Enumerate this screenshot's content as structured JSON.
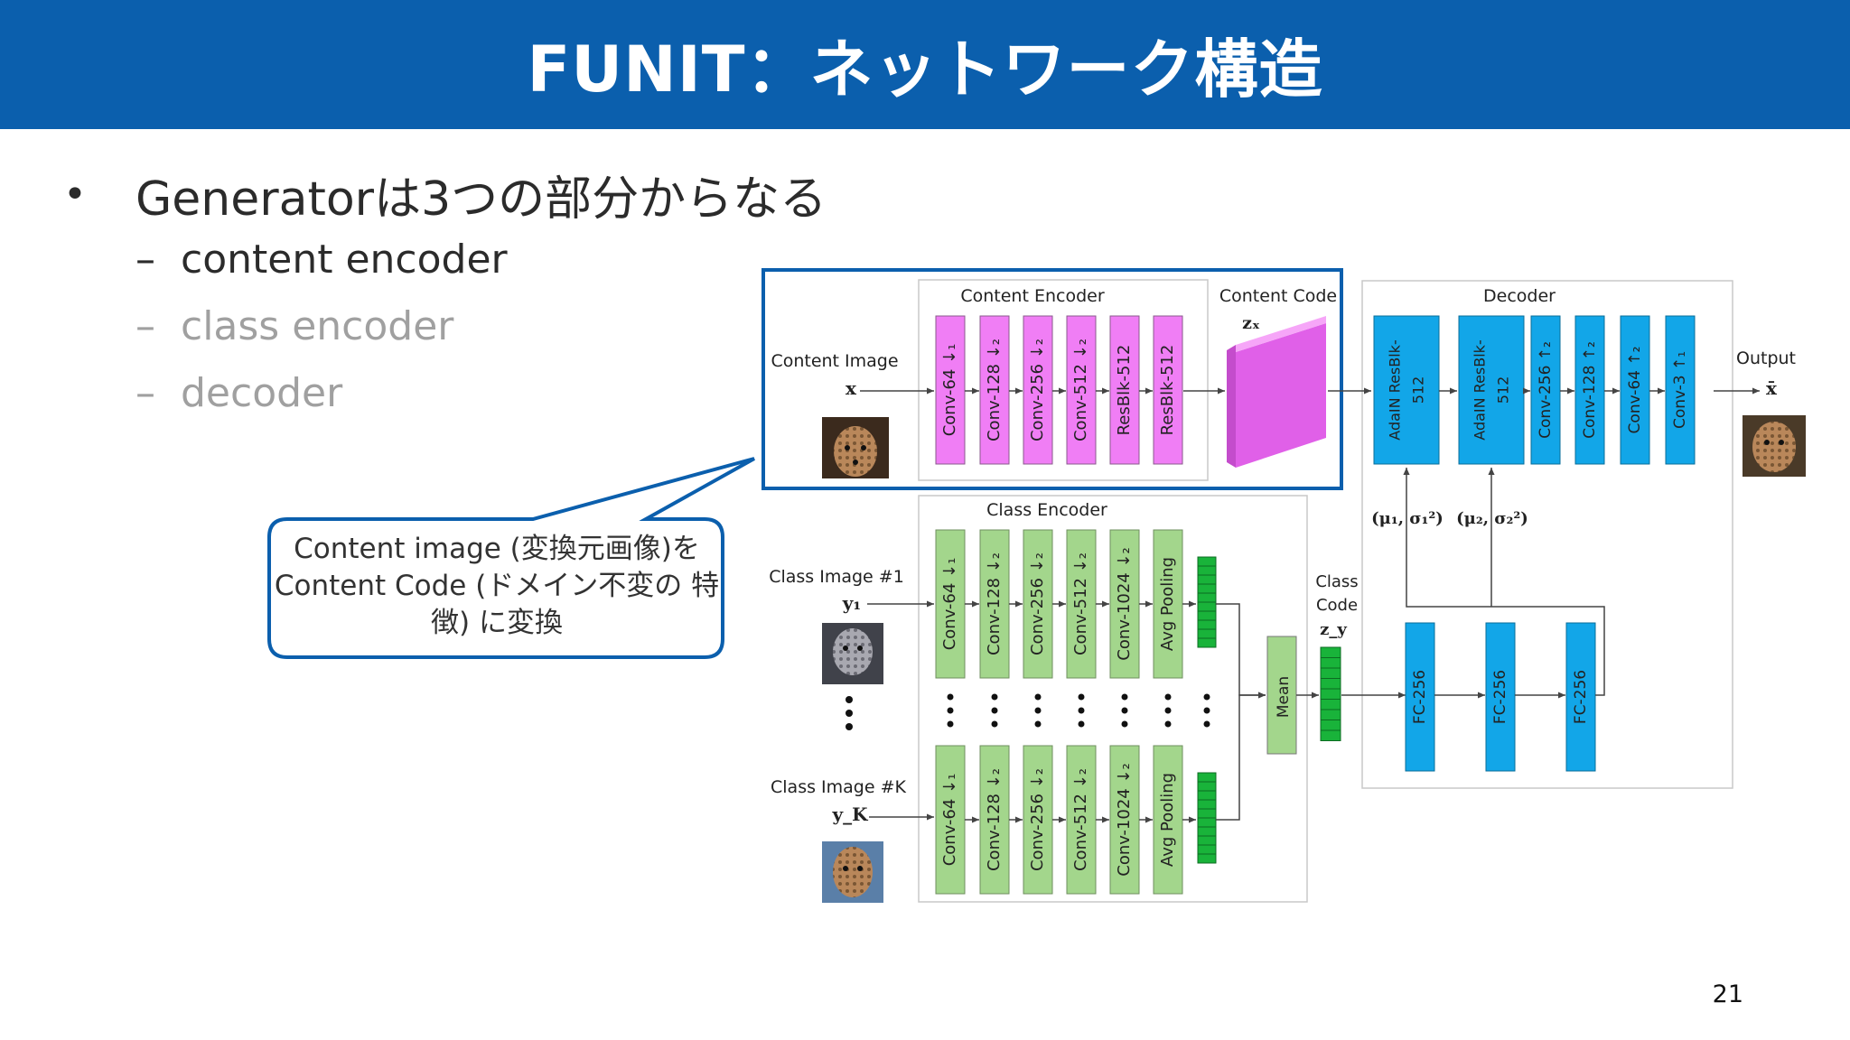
{
  "title": "FUNIT：ネットワーク構造",
  "bullet": "Generatorは3つの部分からなる",
  "sub_items": [
    "content encoder",
    "class encoder",
    "decoder"
  ],
  "callout": "Content image (変換元画像)を Content Code (ドメイン不変の 特徴) に変換",
  "page_number": "21",
  "diagram": {
    "content_encoder": {
      "title": "Content Encoder",
      "input_label": "Content Image",
      "input_var": "x",
      "blocks": [
        "Conv-64 ↓₁",
        "Conv-128 ↓₂",
        "Conv-256 ↓₂",
        "Conv-512 ↓₂",
        "ResBlk-512",
        "ResBlk-512"
      ]
    },
    "content_code": {
      "label": "Content Code",
      "var": "zₓ"
    },
    "class_encoder": {
      "title": "Class Encoder",
      "input1_label": "Class Image #1",
      "input1_var": "y₁",
      "inputK_label": "Class Image #K",
      "inputK_var": "y_K",
      "blocks": [
        "Conv-64 ↓₁",
        "Conv-128 ↓₂",
        "Conv-256 ↓₂",
        "Conv-512 ↓₂",
        "Conv-1024 ↓₂",
        "Avg Pooling"
      ]
    },
    "mean_label": "Mean",
    "class_code": {
      "label_line1": "Class",
      "label_line2": "Code",
      "var": "z_y"
    },
    "decoder": {
      "title": "Decoder",
      "adain_blocks": [
        {
          "line1": "AdaIN ResBlk-",
          "line2": "512"
        },
        {
          "line1": "AdaIN ResBlk-",
          "line2": "512"
        }
      ],
      "conv_blocks": [
        "Conv-256 ↑₂",
        "Conv-128 ↑₂",
        "Conv-64 ↑₂",
        "Conv-3 ↑₁"
      ],
      "fc_blocks": [
        "FC-256",
        "FC-256",
        "FC-256"
      ],
      "params": [
        "(μ₁, σ₁²)",
        "(μ₂, σ₂²)"
      ],
      "output_label": "Output",
      "output_var": "x̄"
    },
    "colors": {
      "content_block": "#f07ef5",
      "content_code": "#e060e8",
      "class_block": "#a3d68c",
      "class_code": "#19b33a",
      "decoder_block": "#12a6e8",
      "highlight": "#0b5fad"
    }
  }
}
